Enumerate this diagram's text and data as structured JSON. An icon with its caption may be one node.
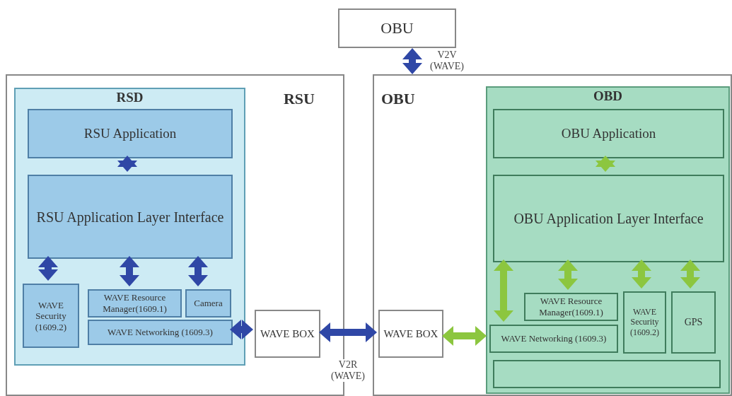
{
  "diagram": {
    "nodes": [
      {
        "text": [
          "OBU"
        ]
      },
      {
        "text": [
          "RSU"
        ]
      },
      {
        "text": [
          "RSD"
        ],
        "in": 1
      },
      {
        "text": [
          "RSU Application"
        ],
        "in": 2
      },
      {
        "text": [
          "RSU Application Layer Interface"
        ],
        "in": 2
      },
      {
        "text": [
          "WAVE Security (1609.2)"
        ],
        "in": 2
      },
      {
        "text": [
          "WAVE Resource Manager(1609.1)"
        ],
        "in": 2
      },
      {
        "text": [
          "Camera"
        ],
        "in": 2
      },
      {
        "text": [
          "WAVE Networking (1609.3)"
        ],
        "in": 2
      },
      {
        "text": [
          "WAVE BOX"
        ],
        "in": 1
      },
      {
        "text": [
          "OBU"
        ]
      },
      {
        "text": [
          "OBD"
        ],
        "in": 10
      },
      {
        "text": [
          "OBU Application"
        ],
        "in": 11
      },
      {
        "text": [
          "OBU Application Layer Interface"
        ],
        "in": 11
      },
      {
        "text": [
          "WAVE Resource Manager(1609.1)"
        ],
        "in": 11
      },
      {
        "text": [
          "WAVE Networking (1609.3)"
        ],
        "in": 11
      },
      {
        "text": [
          "WAVE Security (1609.2)"
        ],
        "in": 11
      },
      {
        "text": [
          "GPS"
        ],
        "in": 11
      },
      {
        "text": [],
        "shape": "box",
        "in": 11
      },
      {
        "text": [
          "WAVE BOX"
        ],
        "in": 10
      }
    ],
    "edges": [
      {
        "from": 0,
        "to": 10,
        "arrow": "both",
        "label": "V2V (WAVE)"
      },
      {
        "from": 3,
        "to": 4,
        "arrow": "both"
      },
      {
        "from": 4,
        "to": 5,
        "arrow": "both"
      },
      {
        "from": 4,
        "to": 6,
        "arrow": "both"
      },
      {
        "from": 4,
        "to": 7,
        "arrow": "both"
      },
      {
        "from": 8,
        "to": 9,
        "arrow": "both"
      },
      {
        "from": 9,
        "to": 19,
        "arrow": "both",
        "label": "V2R (WAVE)"
      },
      {
        "from": 19,
        "to": 15,
        "arrow": "both",
        "color": "#8cc63f"
      },
      {
        "from": 12,
        "to": 13,
        "arrow": "both",
        "color": "#8cc63f"
      },
      {
        "from": 13,
        "to": 15,
        "arrow": "both",
        "color": "#8cc63f"
      },
      {
        "from": 13,
        "to": 14,
        "arrow": "both",
        "color": "#8cc63f"
      },
      {
        "from": 13,
        "to": 16,
        "arrow": "both",
        "color": "#8cc63f"
      },
      {
        "from": 13,
        "to": 17,
        "arrow": "both",
        "color": "#8cc63f"
      }
    ]
  }
}
